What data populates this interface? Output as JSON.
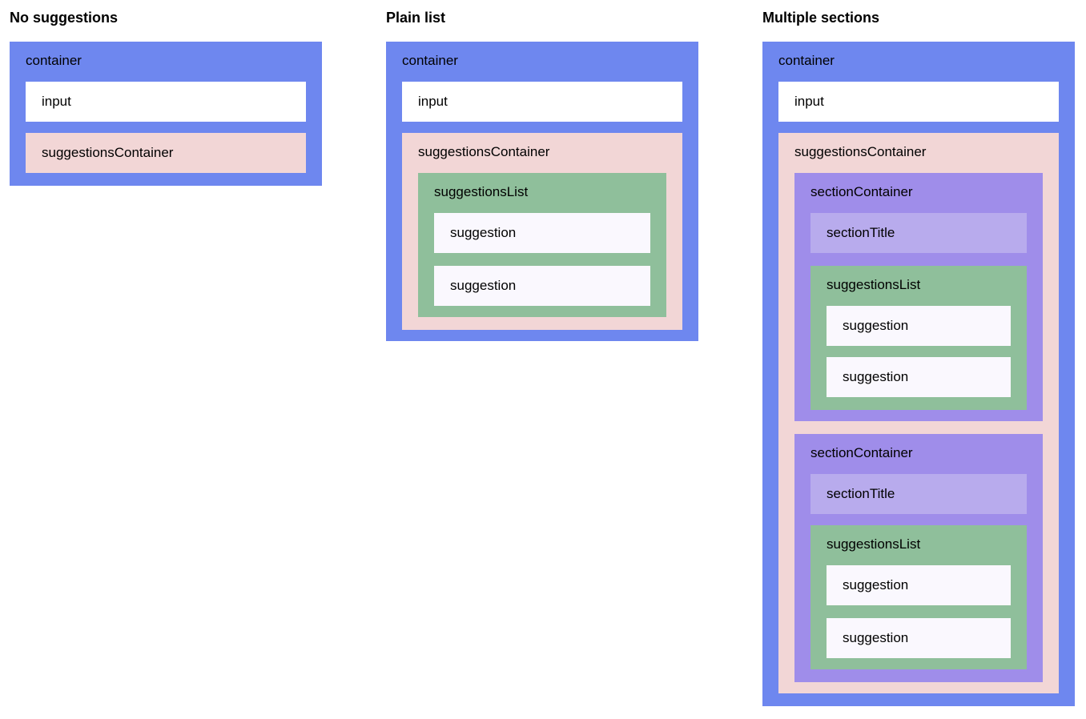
{
  "colors": {
    "container": "#6e87ef",
    "input": "#ffffff",
    "suggestionsContainer": "#f2d6d6",
    "suggestionsList": "#8fbf9b",
    "suggestion": "#faf8fe",
    "sectionContainer": "#9f8dea",
    "sectionTitle": "#b8abed"
  },
  "columns": [
    {
      "title": "No suggestions",
      "container": "container",
      "input": "input",
      "suggestionsContainer": "suggestionsContainer"
    },
    {
      "title": "Plain list",
      "container": "container",
      "input": "input",
      "suggestionsContainer": "suggestionsContainer",
      "suggestionsList": "suggestionsList",
      "suggestions": [
        "suggestion",
        "suggestion"
      ]
    },
    {
      "title": "Multiple sections",
      "container": "container",
      "input": "input",
      "suggestionsContainer": "suggestionsContainer",
      "sections": [
        {
          "sectionContainer": "sectionContainer",
          "sectionTitle": "sectionTitle",
          "suggestionsList": "suggestionsList",
          "suggestions": [
            "suggestion",
            "suggestion"
          ]
        },
        {
          "sectionContainer": "sectionContainer",
          "sectionTitle": "sectionTitle",
          "suggestionsList": "suggestionsList",
          "suggestions": [
            "suggestion",
            "suggestion"
          ]
        }
      ]
    }
  ]
}
